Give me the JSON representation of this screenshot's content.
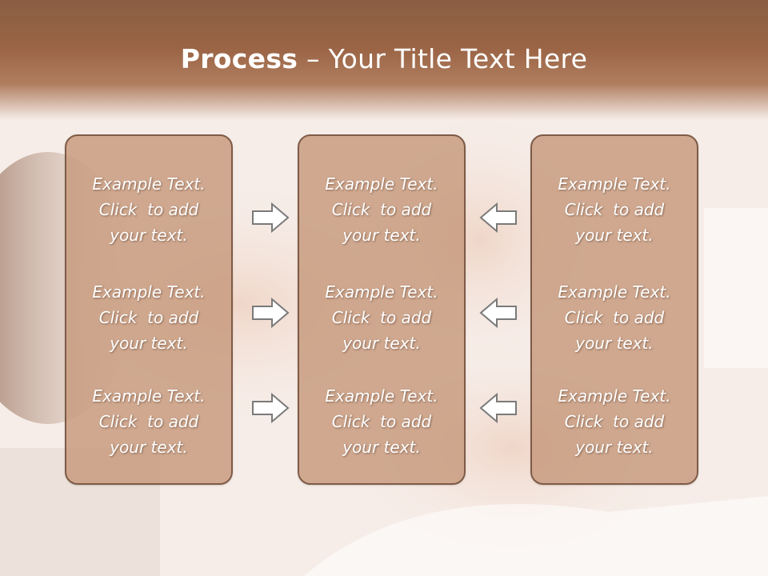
{
  "slide": {
    "title_bold": "Process",
    "title_rest": " – Your Title Text Here"
  },
  "columns": [
    {
      "items": [
        {
          "line1": "Example Text.",
          "line2": "Click  to add",
          "line3": "your text."
        },
        {
          "line1": "Example Text.",
          "line2": "Click  to add",
          "line3": "your text."
        },
        {
          "line1": "Example Text.",
          "line2": "Click  to add",
          "line3": "your text."
        }
      ]
    },
    {
      "items": [
        {
          "line1": "Example Text.",
          "line2": "Click  to add",
          "line3": "your text."
        },
        {
          "line1": "Example Text.",
          "line2": "Click  to add",
          "line3": "your text."
        },
        {
          "line1": "Example Text.",
          "line2": "Click  to add",
          "line3": "your text."
        }
      ]
    },
    {
      "items": [
        {
          "line1": "Example Text.",
          "line2": "Click  to add",
          "line3": "your text."
        },
        {
          "line1": "Example Text.",
          "line2": "Click  to add",
          "line3": "your text."
        },
        {
          "line1": "Example Text.",
          "line2": "Click  to add",
          "line3": "your text."
        }
      ]
    }
  ],
  "arrows": {
    "left_column": "arrow-right-icon",
    "right_column": "arrow-left-icon"
  },
  "colors": {
    "header": "#9a6445",
    "box_fill": "#c6987b",
    "box_border": "#7e5b47"
  }
}
